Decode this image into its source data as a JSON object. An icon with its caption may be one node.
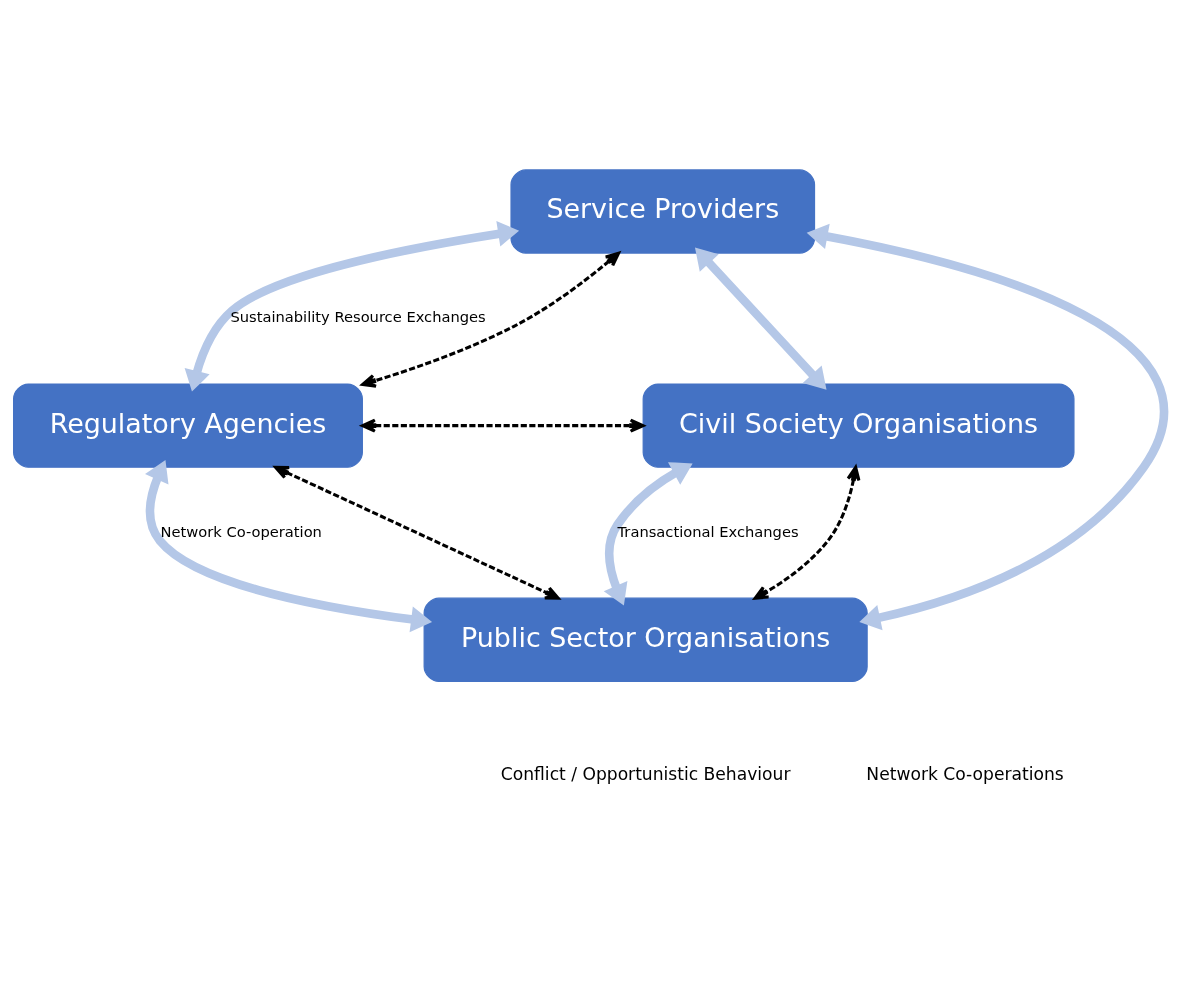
{
  "diagram": {
    "nodes": [
      {
        "text": [
          "Service Providers"
        ]
      },
      {
        "text": [
          "Regulatory Agencies"
        ]
      },
      {
        "text": [
          "Civil Society Organisations"
        ]
      },
      {
        "text": [
          "Public Sector Organisations"
        ]
      }
    ],
    "edges": [
      {
        "from": 0,
        "to": 1,
        "arrow": "both",
        "label": "Sustainability Resource Exchanges"
      },
      {
        "from": 0,
        "to": 2,
        "arrow": "both"
      },
      {
        "from": 0,
        "to": 3,
        "arrow": "both"
      },
      {
        "from": 1,
        "to": 3,
        "arrow": "both",
        "label": "Network Co-operation"
      },
      {
        "from": 2,
        "to": 3,
        "arrow": "both",
        "label": "Transactional Exchanges"
      },
      {
        "from": 0,
        "to": 1,
        "arrow": "both",
        "style": "dashed",
        "color": "#000000"
      },
      {
        "from": 1,
        "to": 2,
        "arrow": "both",
        "style": "dashed",
        "color": "#000000"
      },
      {
        "from": 1,
        "to": 3,
        "arrow": "both",
        "style": "dashed",
        "color": "#000000"
      },
      {
        "from": 2,
        "to": 3,
        "arrow": "both",
        "style": "dashed",
        "color": "#000000"
      }
    ],
    "legend": [
      {
        "text": "Conflict / Opportunistic Behaviour"
      },
      {
        "text": "Network Co-operations"
      }
    ]
  }
}
